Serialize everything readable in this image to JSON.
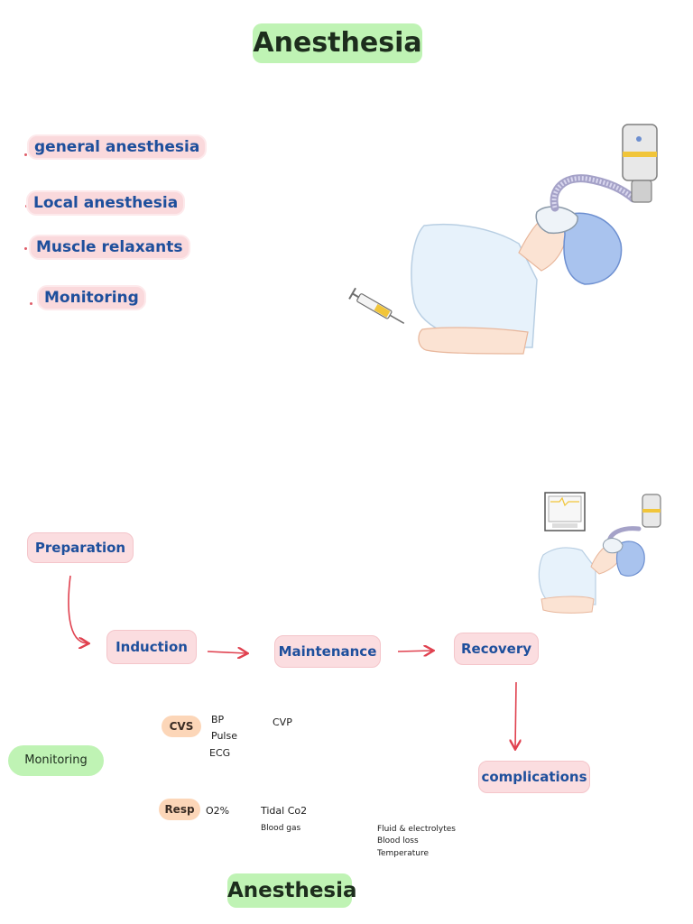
{
  "top": {
    "title": "Anesthesia",
    "items": [
      "general anesthesia",
      "Local anesthesia",
      "Muscle relaxants",
      "Monitoring"
    ]
  },
  "flow": {
    "preparation": "Preparation",
    "induction": "Induction",
    "maintenance": "Maintenance",
    "recovery": "Recovery",
    "complications": "complications"
  },
  "monitoring": {
    "label": "Monitoring",
    "cvs": {
      "tag": "CVS",
      "bp": "BP",
      "pulse": "Pulse",
      "ecg": "ECG",
      "cvp": "CVP"
    },
    "resp": {
      "tag": "Resp",
      "o2": "O2%",
      "tidal": "Tidal Co2",
      "blood_gas": "Blood gas"
    },
    "other": [
      "Fluid & electrolytes",
      "Blood loss",
      "Temperature"
    ]
  },
  "bottom": {
    "title": "Anesthesia"
  },
  "colors": {
    "green_highlight": "#bff3b4",
    "pink_highlight": "#fad9dc",
    "orange_tag": "#fcd6b8",
    "arrow": "#e0414f",
    "text_blue": "#1e4f9c"
  }
}
